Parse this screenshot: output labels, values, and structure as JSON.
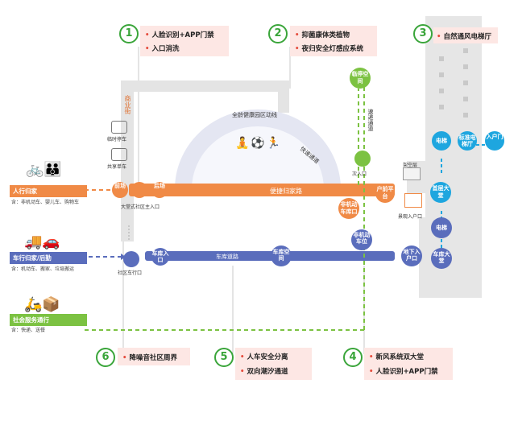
{
  "steps": [
    {
      "num": "1",
      "items": [
        "人脸识别+APP门禁",
        "入口消洗"
      ]
    },
    {
      "num": "2",
      "items": [
        "抑菌康体类植物",
        "夜归安全灯感应系统"
      ]
    },
    {
      "num": "3",
      "items": [
        "自然通风电梯厅"
      ]
    },
    {
      "num": "4",
      "items": [
        "新风系统双大堂",
        "人脸识别+APP门禁"
      ]
    },
    {
      "num": "5",
      "items": [
        "人车安全分离",
        "双向潮汐通道"
      ]
    },
    {
      "num": "6",
      "items": [
        "降噪音社区周界"
      ]
    }
  ],
  "categories": {
    "walk": {
      "title": "人行归家",
      "desc": "含：非机动车、婴儿车、购物车"
    },
    "car": {
      "title": "车行归家/后勤",
      "desc": "含：机动车、搬家、垃圾搬运"
    },
    "service": {
      "title": "社会服务通行",
      "desc": "含：快递、送餐"
    }
  },
  "labels": {
    "commercial_street": "商业街",
    "temp_parking": "临时停车",
    "shared_bike": "共享单车",
    "plaza": "前场",
    "main_entrance": "大堂式社区主入口",
    "plaza2": "后场",
    "health_loop": "全龄健康园区动线",
    "express_lane": "快速通道",
    "stop_space": "临停空间",
    "express_channel": "速递通道",
    "secondary_entrance": "次入口",
    "convenient_path": "便捷归家路",
    "nonmotor_garage": "非机动车库口",
    "home_platform": "户前平台",
    "lobby_ground": "首层大堂",
    "elevator1": "电梯",
    "elevator2": "电梯",
    "neg_pressure": "标准电梯厅",
    "household_entrance": "入户门",
    "pavilion": "架空层",
    "scenic_entrance": "景观入户口",
    "nonmotor_space": "非机动车位",
    "car_gate": "社区车行口",
    "garage_entrance": "车库入口",
    "garage_road": "车库道路",
    "garage_space": "车库空间",
    "underground_entrance": "地下入户口",
    "garage_lobby": "车库大堂"
  },
  "colors": {
    "orange": "#f08a46",
    "blue": "#5a6dbc",
    "green": "#7cc242",
    "cyan": "#1ea6df",
    "step_green": "#3aa53a",
    "box_pink": "#fde7e4"
  },
  "icons": [
    "bicycle-icon",
    "family-icon",
    "truck-icon",
    "car-icon",
    "delivery-icon",
    "door-icon",
    "building-icon"
  ]
}
